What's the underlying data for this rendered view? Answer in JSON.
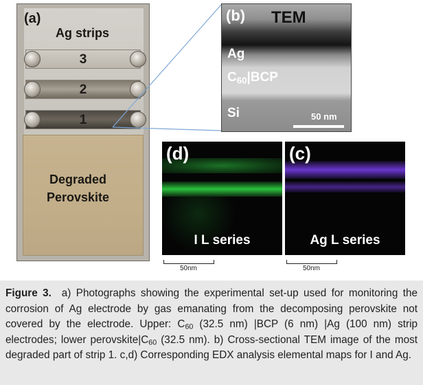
{
  "panel_a": {
    "label": "(a)",
    "title": "Ag strips",
    "strip_numbers": [
      "3",
      "2",
      "1"
    ],
    "perovskite_label_line1": "Degraded",
    "perovskite_label_line2": "Perovskite"
  },
  "panel_b": {
    "label": "(b)",
    "title": "TEM",
    "layer_ag": "Ag",
    "layer_c60": "C",
    "layer_c60_sub": "60",
    "layer_bcp": "|BCP",
    "layer_si": "Si",
    "scale_label": "50 nm"
  },
  "panel_d": {
    "label": "(d)",
    "series": "I L series",
    "scale_label": "50nm"
  },
  "panel_c": {
    "label": "(c)",
    "series": "Ag L series",
    "scale_label": "50nm"
  },
  "colors": {
    "i_map": "#2ecc40",
    "ag_map": "#7b3ff2",
    "caption_bg": "#e8e8e8"
  },
  "caption": {
    "fig": "Figure 3.",
    "t1": "a) Photographs showing the experimental set-up used for monitoring the corrosion of Ag electrode by gas emanating from the decomposing perovskite not covered by the electrode. Upper: C",
    "s1": "60",
    "t2": " (32.5 nm) |BCP (6 nm) |Ag (100 nm) strip electrodes; lower perovskite|C",
    "s2": "60",
    "t3": " (32.5 nm). b) Cross-sectional TEM image of the most degraded part of strip 1. c,d) Corresponding EDX analysis elemental maps for I and Ag."
  }
}
